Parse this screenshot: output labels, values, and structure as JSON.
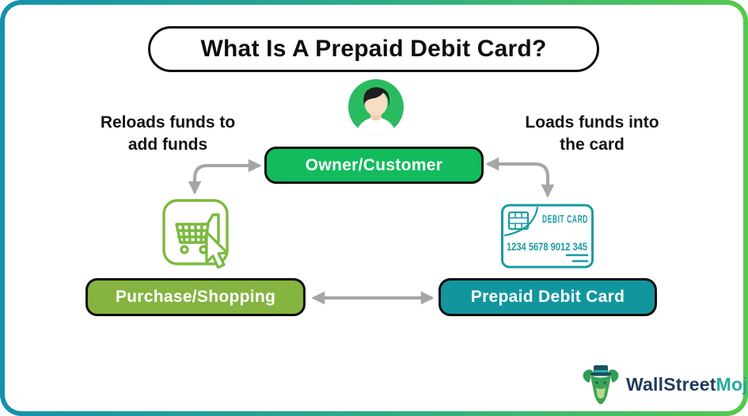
{
  "frame": {
    "border_gradient_left": "#1791ad",
    "border_gradient_right": "#55c94f"
  },
  "title": "What Is A Prepaid Debit Card?",
  "annotations": {
    "reload": {
      "line1": "Reloads funds to",
      "line2": "add funds"
    },
    "load": {
      "line1": "Loads funds into",
      "line2": "the card"
    }
  },
  "nodes": {
    "owner": {
      "label": "Owner/Customer",
      "fill": "#12bc5d"
    },
    "purchase": {
      "label": "Purchase/Shopping",
      "fill": "#85b441"
    },
    "prepaid": {
      "label": "Prepaid Debit Card",
      "fill": "#12969e"
    }
  },
  "debit_card_icon": {
    "label": "DEBIT CARD",
    "number": "1234 5678 9012 345",
    "stroke_color": "#189ba3"
  },
  "cart_icon": {
    "stroke_color": "#7cb93f"
  },
  "arrows": {
    "color": "#a6a6a6"
  },
  "avatar": {
    "circle_color": "#2abb61"
  },
  "logo": {
    "brand_part1": "WallStreet",
    "brand_part2": "Mojo",
    "part1_color": "#1f3a5f",
    "part2_color": "#25a99e"
  }
}
